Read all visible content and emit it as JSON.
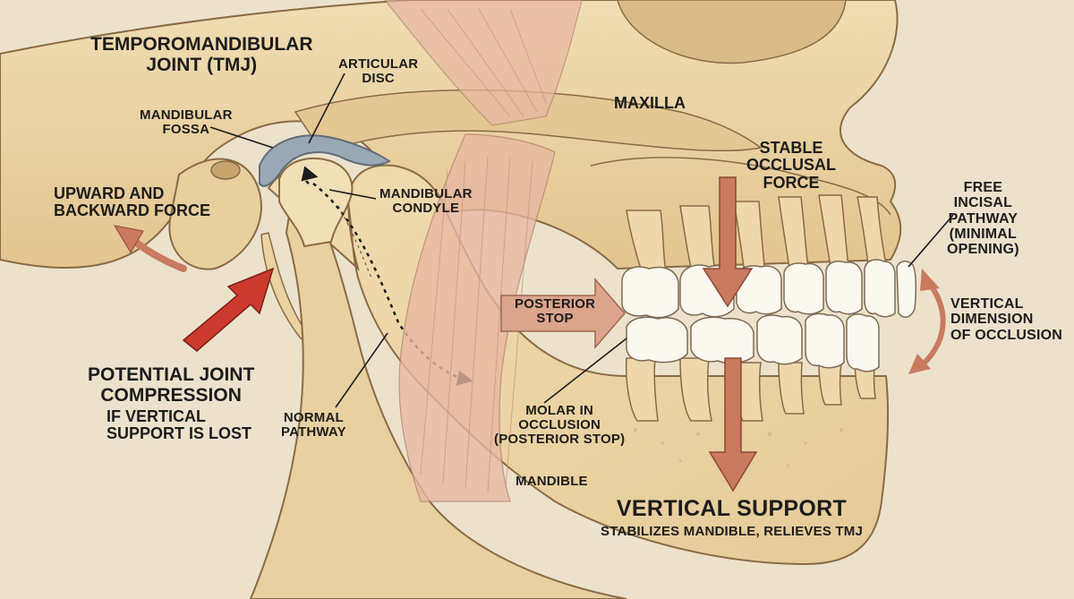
{
  "labels": {
    "tmj": {
      "line1": "TEMPOROMANDIBULAR",
      "line2": "JOINT (TMJ)"
    },
    "articular_disc": {
      "line1": "ARTICULAR",
      "line2": "DISC"
    },
    "mandibular_fossa": {
      "line1": "MANDIBULAR",
      "line2": "FOSSA"
    },
    "maxilla": "MAXILLA",
    "stable_force": {
      "line1": "STABLE",
      "line2": "OCCLUSAL",
      "line3": "FORCE"
    },
    "free_incisal": {
      "line1": "FREE",
      "line2": "INCISAL",
      "line3": "PATHWAY",
      "line4": "(MINIMAL",
      "line5": "OPENING)"
    },
    "upward_force": {
      "line1": "UPWARD AND",
      "line2": "BACKWARD FORCE"
    },
    "mandibular_condyle": {
      "line1": "MANDIBULAR",
      "line2": "CONDYLE"
    },
    "posterior_stop": {
      "line1": "POSTERIOR",
      "line2": "STOP"
    },
    "vertical_dimension": {
      "line1": "VERTICAL",
      "line2": "DIMENSION",
      "line3": "OF OCCLUSION"
    },
    "potential_compression": {
      "line1": "POTENTIAL JOINT",
      "line2": "COMPRESSION",
      "line3": "IF VERTICAL",
      "line4": "SUPPORT IS LOST"
    },
    "normal_pathway": {
      "line1": "NORMAL",
      "line2": "PATHWAY"
    },
    "molar_occlusion": {
      "line1": "MOLAR IN",
      "line2": "OCCLUSION",
      "line3": "(POSTERIOR STOP)"
    },
    "mandible": "MANDIBLE",
    "vertical_support": {
      "title": "VERTICAL SUPPORT",
      "subtitle": "STABILIZES MANDIBLE, RELIEVES TMJ"
    }
  },
  "colors": {
    "background": "#ece2cc",
    "bone": "#ecd6a8",
    "bone_shadow": "#d4b584",
    "outline": "#8a6a45",
    "muscle": "#e8b7a2",
    "tooth": "#fbf8f0",
    "force_arrow": "#c97a5f",
    "warning_arrow": "#cc3a2e",
    "disc": "#9aa7b4"
  }
}
